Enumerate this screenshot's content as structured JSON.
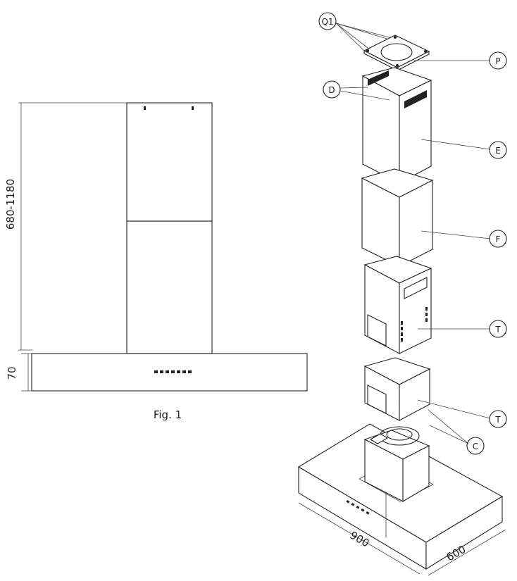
{
  "fig1": {
    "caption": "Fig. 1",
    "dim_height": "680-1180",
    "dim_canopy": "70"
  },
  "exploded": {
    "labels": {
      "q1": "Q1",
      "p": "P",
      "d": "D",
      "e": "E",
      "f": "F",
      "t_upper": "T",
      "t_lower": "T",
      "c": "C"
    },
    "dim_width": "900",
    "dim_depth": "600"
  }
}
